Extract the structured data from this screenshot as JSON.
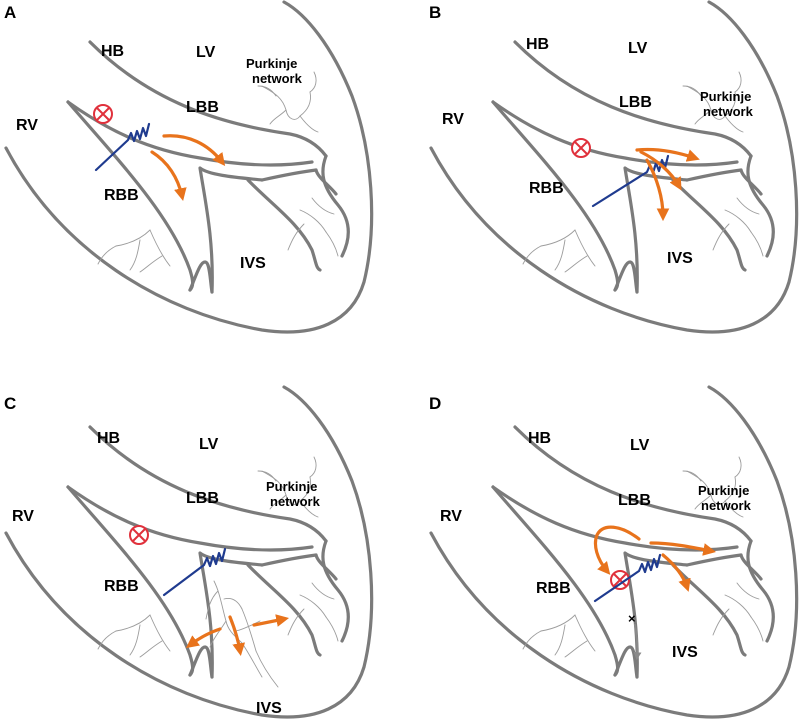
{
  "figure": {
    "colors": {
      "wall": "#7b7b7b",
      "fiber": "#9c9c9c",
      "lead": "#1f3b8f",
      "activation_arrow": "#e8731c",
      "block_marker": "#e0313c",
      "blocked_arrow": "#8a8a8a"
    },
    "icons": {
      "block": "circled-x-icon",
      "pacing_lead": "zigzag-lead-icon",
      "activation": "orange-arrow-icon"
    },
    "panels": [
      {
        "letter": "A",
        "labels": {
          "hb": "HB",
          "lv": "LV",
          "lbb": "LBB",
          "rv": "RV",
          "rbb": "RBB",
          "ivs": "IVS",
          "purkinje1": "Purkinje",
          "purkinje2": "network"
        }
      },
      {
        "letter": "B",
        "labels": {
          "hb": "HB",
          "lv": "LV",
          "lbb": "LBB",
          "rv": "RV",
          "rbb": "RBB",
          "ivs": "IVS",
          "purkinje1": "Purkinje",
          "purkinje2": "network"
        }
      },
      {
        "letter": "C",
        "labels": {
          "hb": "HB",
          "lv": "LV",
          "lbb": "LBB",
          "rv": "RV",
          "rbb": "RBB",
          "ivs": "IVS",
          "purkinje1": "Purkinje",
          "purkinje2": "network"
        }
      },
      {
        "letter": "D",
        "labels": {
          "hb": "HB",
          "lv": "LV",
          "lbb": "LBB",
          "rv": "RV",
          "rbb": "RBB",
          "ivs": "IVS",
          "purkinje1": "Purkinje",
          "purkinje2": "network",
          "blocked_conduction": "×"
        }
      }
    ]
  }
}
